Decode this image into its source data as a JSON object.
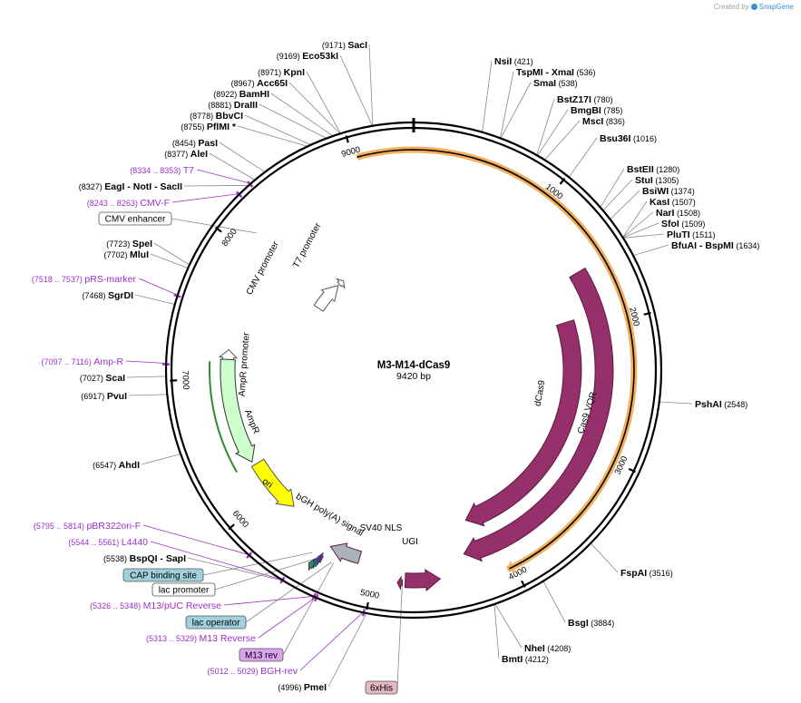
{
  "credit": {
    "prefix": "Created by",
    "brand": "SnapGene"
  },
  "plasmid": {
    "name": "M3-M14-dCas9",
    "size_label": "9420 bp",
    "length": 9420
  },
  "ticks": [
    "1000",
    "2000",
    "3000",
    "4000",
    "5000",
    "6000",
    "7000",
    "8000",
    "9000"
  ],
  "enzymes": [
    {
      "name": "SacI",
      "pos": "(9171)"
    },
    {
      "name": "Eco53kI",
      "pos": "(9169)"
    },
    {
      "name": "KpnI",
      "pos": "(8971)"
    },
    {
      "name": "Acc65I",
      "pos": "(8967)"
    },
    {
      "name": "BamHI",
      "pos": "(8922)"
    },
    {
      "name": "DraIII",
      "pos": "(8881)"
    },
    {
      "name": "BbvCI",
      "pos": "(8778)"
    },
    {
      "name": "PflMI *",
      "pos": "(8755)"
    },
    {
      "name": "PasI",
      "pos": "(8454)"
    },
    {
      "name": "AleI",
      "pos": "(8377)"
    },
    {
      "name": "EagI  - NotI  - SacII",
      "pos": "(8327)"
    },
    {
      "name": "SpeI",
      "pos": "(7723)"
    },
    {
      "name": "MluI",
      "pos": "(7702)"
    },
    {
      "name": "SgrDI",
      "pos": "(7468)"
    },
    {
      "name": "ScaI",
      "pos": "(7027)"
    },
    {
      "name": "PvuI",
      "pos": "(6917)"
    },
    {
      "name": "AhdI",
      "pos": "(6547)"
    },
    {
      "name": "BspQI  - SapI",
      "pos": "(5538)"
    },
    {
      "name": "PmeI",
      "pos": "(4996)"
    },
    {
      "name": "BmtI",
      "pos": "(4212)"
    },
    {
      "name": "NheI",
      "pos": "(4208)"
    },
    {
      "name": "BsgI",
      "pos": "(3884)"
    },
    {
      "name": "FspAI",
      "pos": "(3516)"
    },
    {
      "name": "PshAI",
      "pos": "(2548)"
    },
    {
      "name": "NsiI",
      "pos": "(421)"
    },
    {
      "name": "TspMI  - XmaI",
      "pos": "(536)"
    },
    {
      "name": "SmaI",
      "pos": "(538)"
    },
    {
      "name": "BstZ17I",
      "pos": "(780)"
    },
    {
      "name": "BmgBI",
      "pos": "(785)"
    },
    {
      "name": "MscI",
      "pos": "(836)"
    },
    {
      "name": "Bsu36I",
      "pos": "(1016)"
    },
    {
      "name": "BstEII",
      "pos": "(1280)"
    },
    {
      "name": "StuI",
      "pos": "(1305)"
    },
    {
      "name": "BsiWI",
      "pos": "(1374)"
    },
    {
      "name": "KasI",
      "pos": "(1507)"
    },
    {
      "name": "NarI",
      "pos": "(1508)"
    },
    {
      "name": "SfoI",
      "pos": "(1509)"
    },
    {
      "name": "PluTI",
      "pos": "(1511)"
    },
    {
      "name": "BfuAI  - BspMI",
      "pos": "(1634)"
    }
  ],
  "primers": [
    {
      "name": "T7",
      "pos": "(8334 .. 8353)"
    },
    {
      "name": "CMV-F",
      "pos": "(8243 .. 8263)"
    },
    {
      "name": "pRS-marker",
      "pos": "(7518 .. 7537)"
    },
    {
      "name": "Amp-R",
      "pos": "(7097 .. 7116)"
    },
    {
      "name": "pBR322ori-F",
      "pos": "(5795 .. 5814)"
    },
    {
      "name": "L4440",
      "pos": "(5544 .. 5561)"
    },
    {
      "name": "M13/pUC Reverse",
      "pos": "(5326 .. 5348)"
    },
    {
      "name": "M13 Reverse",
      "pos": "(5313 .. 5329)"
    },
    {
      "name": "BGH-rev",
      "pos": "(5012 .. 5029)"
    }
  ],
  "boxed_labels": [
    {
      "name": "CMV enhancer",
      "color": "#ffffff"
    },
    {
      "name": "CAP binding site",
      "color": "#9fd0dc"
    },
    {
      "name": "lac promoter",
      "color": "#ffffff"
    },
    {
      "name": "lac operator",
      "color": "#9fd0dc"
    },
    {
      "name": "M13 rev",
      "color": "#d9a3ef"
    },
    {
      "name": "6xHis",
      "color": "#e5b9c2"
    }
  ],
  "features": [
    {
      "name": "Cas9 VQR",
      "color": "#96306a"
    },
    {
      "name": "dCas9",
      "color": "#96306a"
    },
    {
      "name": "CMV promoter",
      "color": "#ffffff"
    },
    {
      "name": "T7 promoter",
      "color": "#ffffff"
    },
    {
      "name": "AmpR promoter",
      "color": "#ffffff"
    },
    {
      "name": "AmpR",
      "color": "#ccffcc"
    },
    {
      "name": "ori",
      "color": "#ffff00"
    },
    {
      "name": "bGH poly(A) signal",
      "color": "#a9b1bb"
    },
    {
      "name": "SV40 NLS",
      "color": "#96306a"
    },
    {
      "name": "UGI",
      "color": "#96306a"
    }
  ],
  "colors": {
    "backbone": "#000000",
    "orf": "#f3b05c",
    "cds": "#96306a",
    "enzyme_line": "#888888",
    "primer": "#9b30c8"
  }
}
